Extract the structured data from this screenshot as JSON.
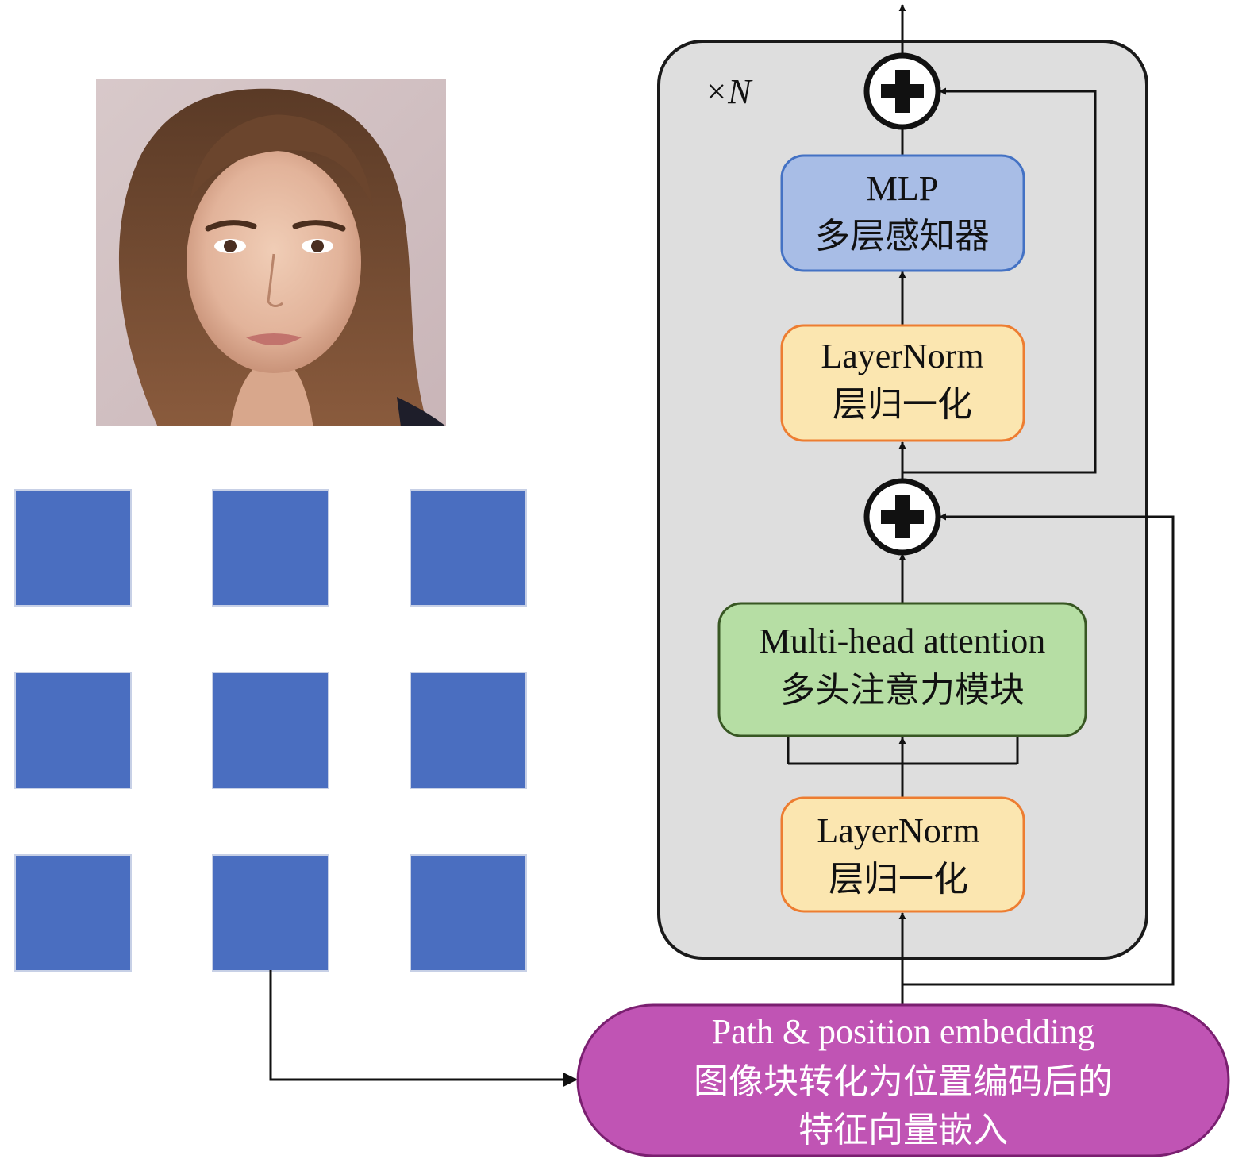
{
  "repeat_label": "×N",
  "mlp": {
    "line1": "MLP",
    "line2": "多层感知器"
  },
  "layernorm_top": {
    "line1": "LayerNorm",
    "line2": "层归一化"
  },
  "attention": {
    "line1": "Multi-head attention",
    "line2": "多头注意力模块"
  },
  "layernorm_bottom": {
    "line1": "LayerNorm",
    "line2": "层归一化"
  },
  "embedding": {
    "line1": "Path & position embedding",
    "line2": "图像块转化为位置编码后的",
    "line3": "特征向量嵌入"
  },
  "patch_grid": {
    "rows": 3,
    "cols": 3
  },
  "colors": {
    "patch": "#4a6ec0",
    "block_bg": "#dedede",
    "mlp_fill": "#a8bde6",
    "mlp_stroke": "#4472c4",
    "norm_fill": "#fbe6b0",
    "norm_stroke": "#ed7d31",
    "attn_fill": "#b6dea4",
    "attn_stroke": "#385723",
    "embed_fill": "#c054b4",
    "embed_stroke": "#7a1f70"
  }
}
